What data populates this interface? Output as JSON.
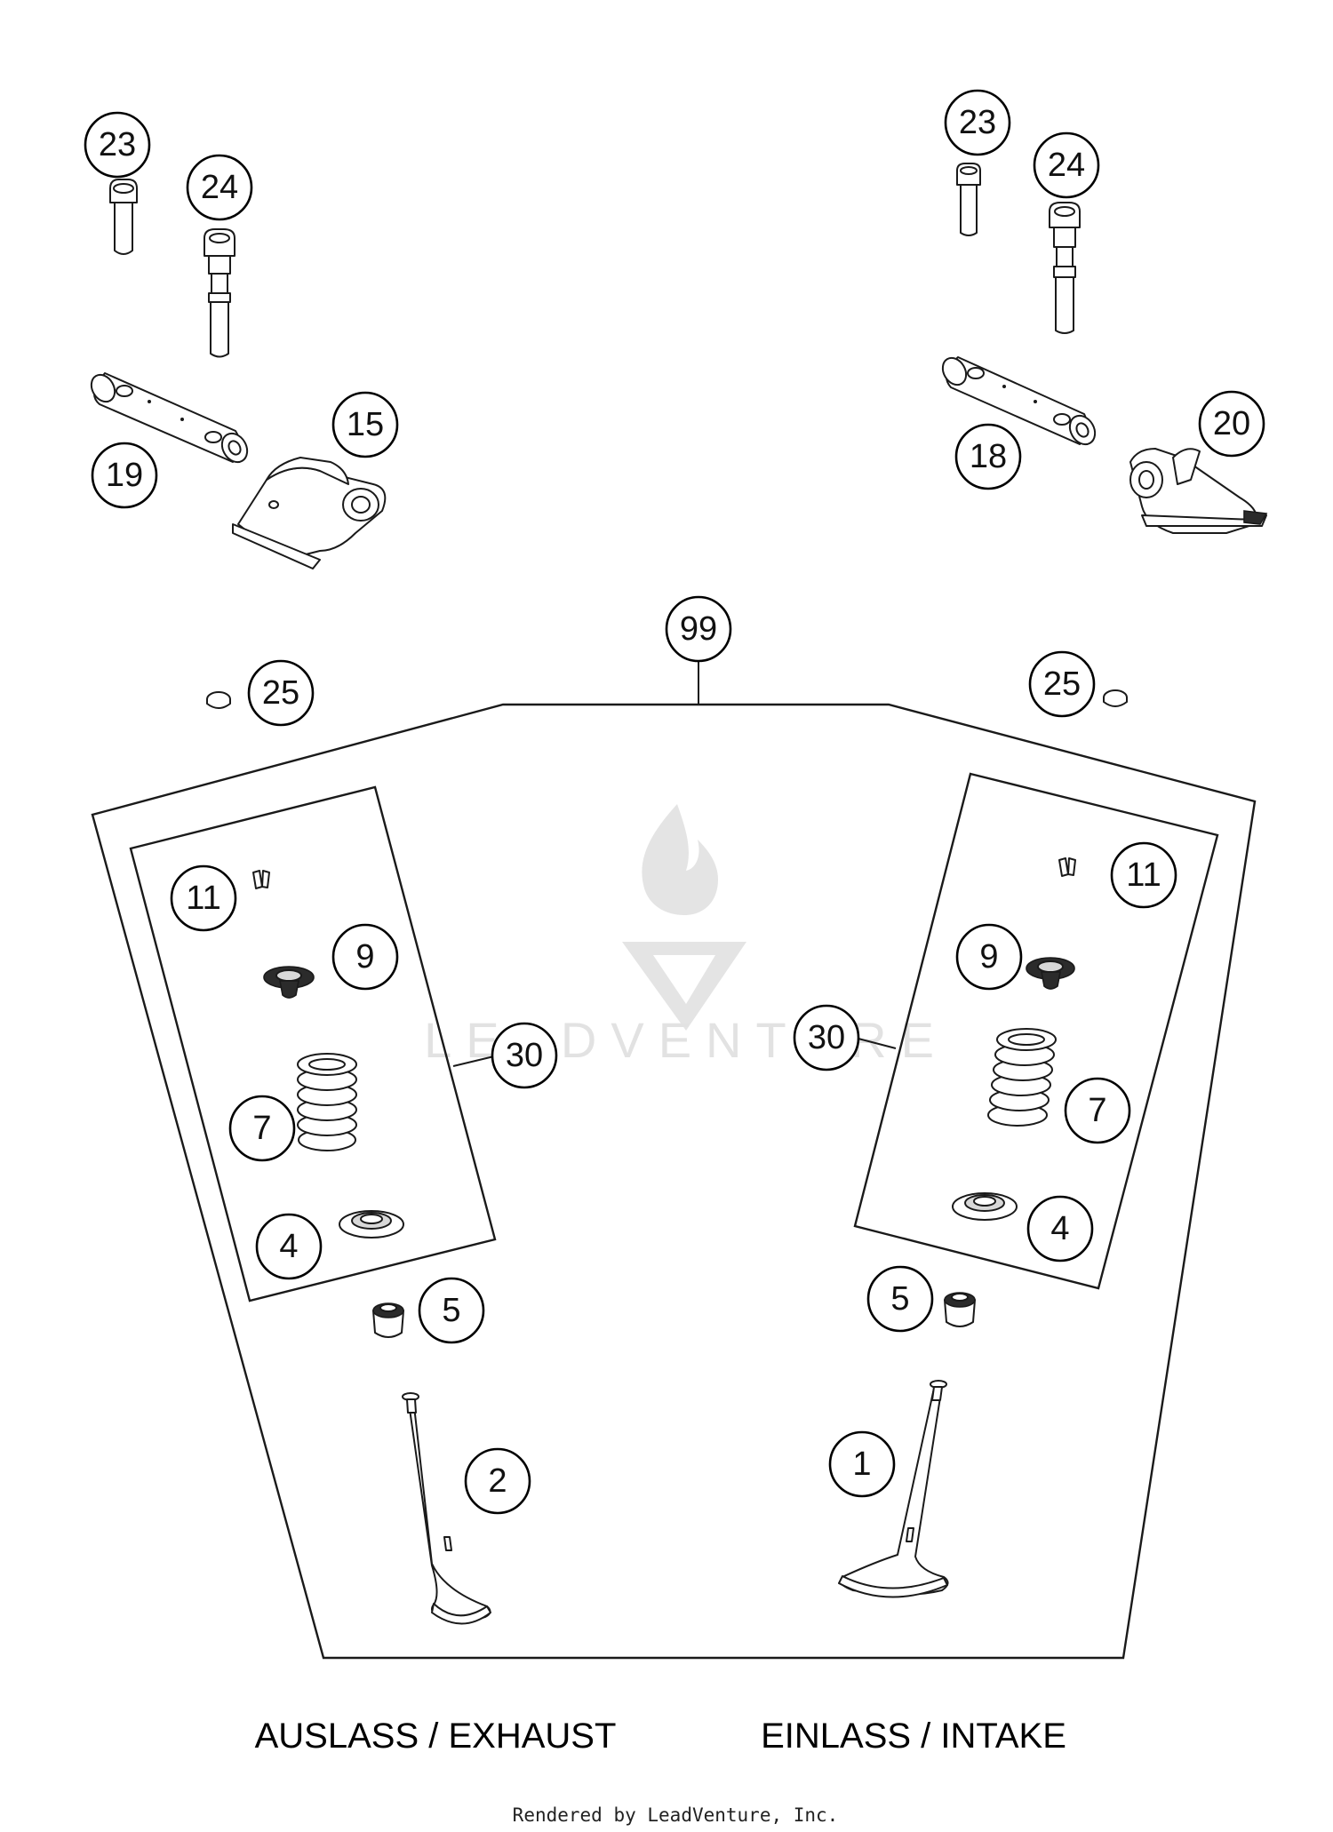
{
  "callouts": {
    "c23_left": "23",
    "c24_left": "24",
    "c19": "19",
    "c15": "15",
    "c23_right": "23",
    "c24_right": "24",
    "c18": "18",
    "c20": "20",
    "c99": "99",
    "c25_left": "25",
    "c25_right": "25",
    "c11_left": "11",
    "c9_left": "9",
    "c30_left": "30",
    "c7_left": "7",
    "c4_left": "4",
    "c5_left": "5",
    "c2": "2",
    "c11_right": "11",
    "c9_right": "9",
    "c30_right": "30",
    "c7_right": "7",
    "c4_right": "4",
    "c5_right": "5",
    "c1": "1"
  },
  "captions": {
    "exhaust": "AUSLASS / EXHAUST",
    "intake": "EINLASS / INTAKE"
  },
  "watermark": "LEADVENTURE",
  "footer": "Rendered by LeadVenture, Inc."
}
